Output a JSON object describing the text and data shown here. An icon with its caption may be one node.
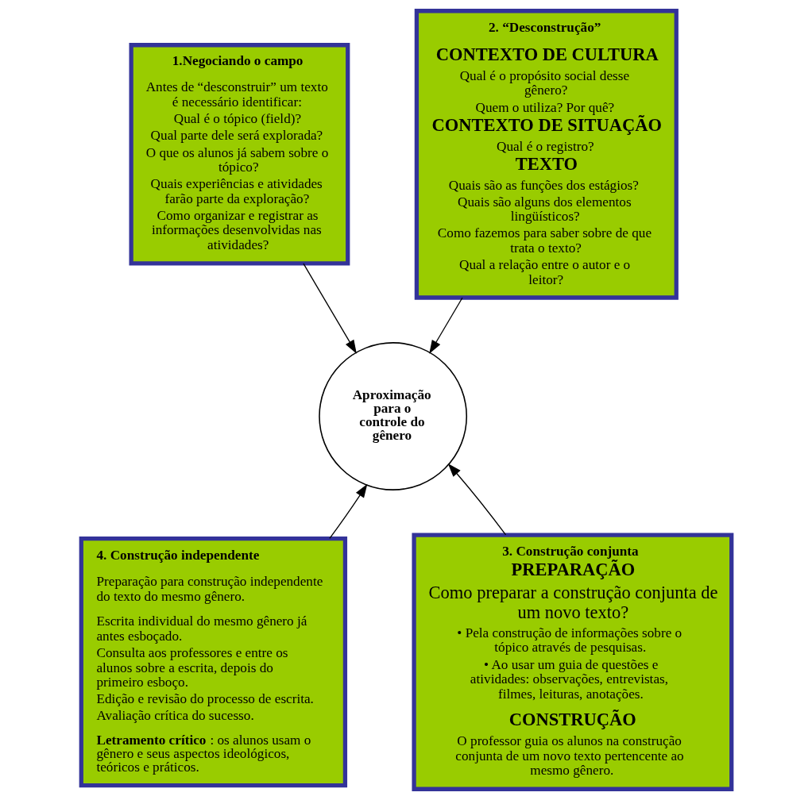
{
  "diagram": {
    "nodes": [
      {
        "text": [
          "1.Negociando o campo",
          "Antes de “desconstruir” um texto é necessário identificar:",
          "Qual é o tópico (field)?",
          "Qual parte dele será explorada?",
          "O que os alunos já sabem sobre o tópico?",
          "Quais experiências e atividades farão parte da exploração?",
          "Como organizar e registrar as informações desenvolvidas nas atividades?"
        ]
      },
      {
        "text": [
          "2. “Desconstrução”",
          "CONTEXTO DE CULTURA",
          "Qual é o propósito social desse gênero?",
          "Quem o utiliza? Por quê?",
          "CONTEXTO DE SITUAÇÃO",
          "Qual é o registro?",
          "TEXTO",
          "Quais são as funções dos estágios?",
          "Quais são alguns dos elementos lingüísticos?",
          "Como fazemos para saber sobre de que trata o texto?",
          "Qual a relação entre o autor e o leitor?"
        ]
      },
      {
        "text": [
          "Aproximação para o controle do gênero"
        ]
      },
      {
        "text": [
          "4. Construção independente",
          "Preparação para construção independente do texto do mesmo gênero.",
          "Escrita individual do mesmo gênero já antes esboçado.",
          "Consulta aos professores e entre os alunos sobre a escrita, depois do primeiro esboço.",
          "Edição e revisão do processo de escrita.",
          "Avaliação crítica do sucesso.",
          "**Letramento crítico**: os alunos usam o gênero e seus aspectos ideológicos, teóricos e práticos."
        ]
      },
      {
        "text": [
          "3. Construção conjunta",
          "PREPARAÇÃO",
          "Como preparar a construção conjunta de um novo texto?",
          "• Pela construção de informações sobre o tópico através de pesquisas.",
          "• Ao usar um guia de questões e atividades: observações, entrevistas, filmes, leituras, anotações.",
          "CONSTRUÇÃO",
          "O professor guia os alunos na construção conjunta de um novo texto pertencente ao mesmo gênero."
        ]
      }
    ],
    "edges": [
      {
        "from": 0,
        "to": 2,
        "arrow": "to"
      },
      {
        "from": 1,
        "to": 2,
        "arrow": "to"
      },
      {
        "from": 4,
        "to": 2,
        "arrow": "to"
      },
      {
        "from": 3,
        "to": 2,
        "arrow": "to"
      }
    ]
  }
}
